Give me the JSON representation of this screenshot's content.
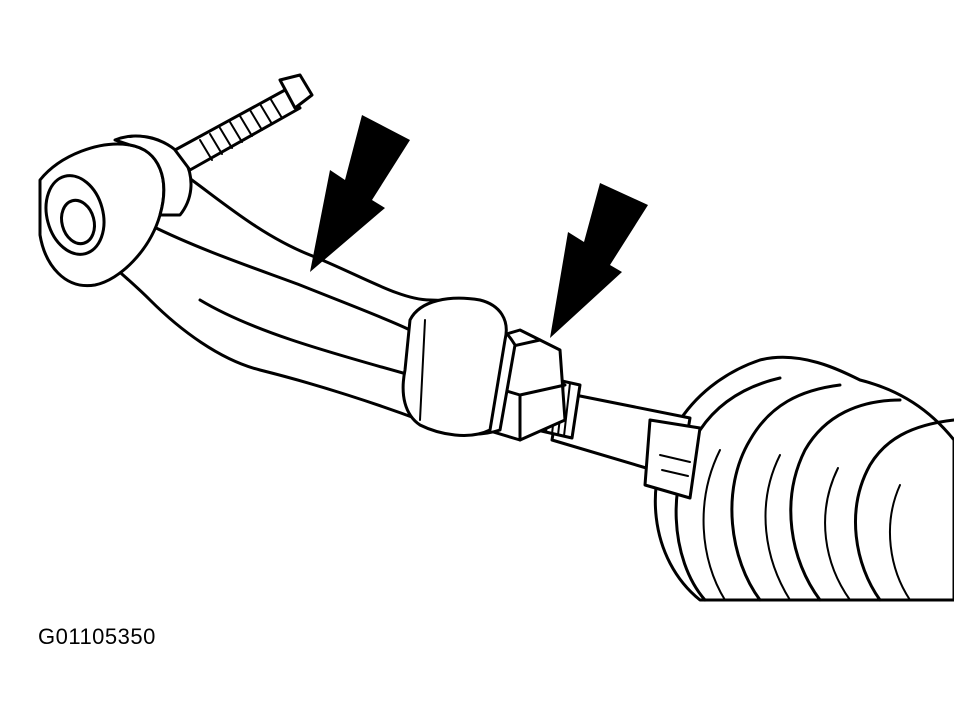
{
  "figure": {
    "id_label": "G01105350",
    "colors": {
      "ink": "#000000",
      "background": "#ffffff"
    },
    "parts": [
      "tie-rod-end",
      "ball-stud",
      "jam-nut",
      "inner-tie-rod",
      "rack-boot"
    ],
    "callouts": [
      "arrow-tie-rod-end",
      "arrow-jam-nut"
    ]
  }
}
